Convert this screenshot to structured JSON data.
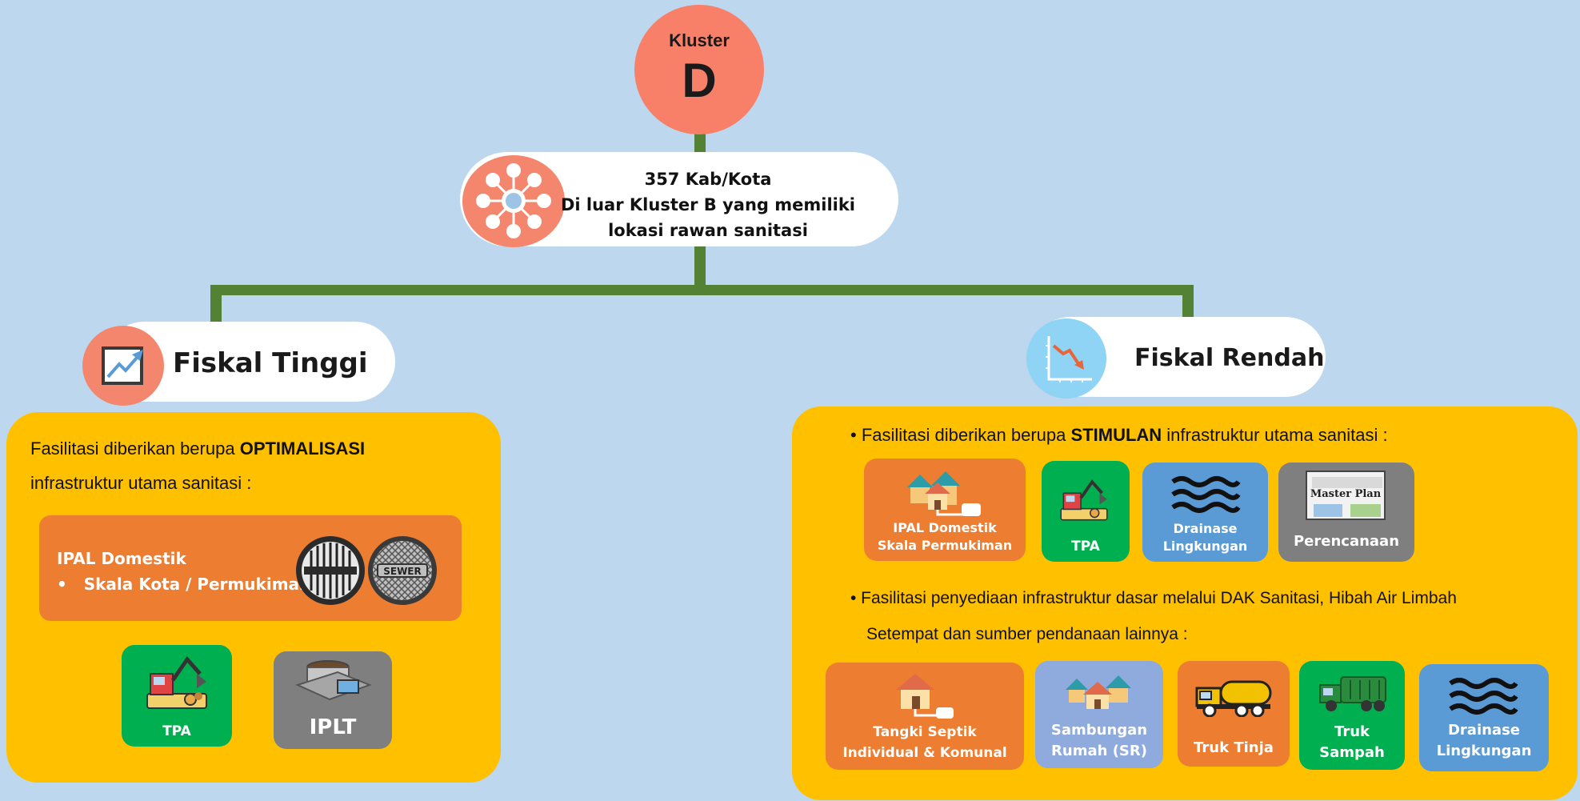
{
  "root": {
    "label": "Kluster",
    "letter": "D"
  },
  "center": {
    "line1": "357 Kab/Kota",
    "line2": "Di luar Kluster B yang memiliki",
    "line3": "lokasi rawan sanitasi"
  },
  "left": {
    "title": "Fiskal Tinggi",
    "intro_pre": "Fasilitasi diberikan berupa ",
    "intro_bold": "OPTIMALISASI",
    "intro_line2": "infrastruktur utama sanitasi :",
    "ipal": {
      "title": "IPAL Domestik",
      "bullet": "•",
      "item": "Skala Kota / Permukiman",
      "cover_text": "SEWER"
    },
    "tiles": [
      {
        "label": "TPA"
      },
      {
        "label": "IPLT"
      }
    ]
  },
  "right": {
    "title": "Fiskal Rendah",
    "bullet1_pre": "• Fasilitasi diberikan berupa ",
    "bullet1_bold": "STIMULAN",
    "bullet1_post": " infrastruktur utama sanitasi :",
    "row1": [
      {
        "line1": "IPAL Domestik",
        "line2": "Skala Permukiman"
      },
      {
        "line1": "TPA",
        "line2": ""
      },
      {
        "line1": "Drainase",
        "line2": "Lingkungan"
      },
      {
        "line1": "Perencanaan",
        "line2": "",
        "image_text": "Master Plan"
      }
    ],
    "bullet2_line1": "• Fasilitasi penyediaan infrastruktur dasar melalui DAK Sanitasi, Hibah Air Limbah",
    "bullet2_line2": "Setempat dan sumber pendanaan lainnya :",
    "row2": [
      {
        "line1": "Tangki Septik",
        "line2": "Individual & Komunal"
      },
      {
        "line1": "Sambungan",
        "line2": "Rumah (SR)"
      },
      {
        "line1": "Truk Tinja",
        "line2": ""
      },
      {
        "line1": "Truk",
        "line2": "Sampah"
      },
      {
        "line1": "Drainase",
        "line2": "Lingkungan"
      }
    ]
  },
  "colors": {
    "background": "#bdd7ee",
    "connector": "#548235",
    "root": "#f98068",
    "panel": "#ffc000",
    "orange_tile": "#ed7d31",
    "green_tile": "#00b050",
    "blue_tile": "#5b9bd5",
    "grey_tile": "#7f7f7f"
  }
}
